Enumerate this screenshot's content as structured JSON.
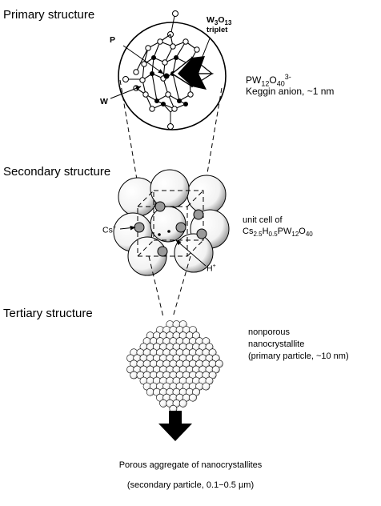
{
  "primary": {
    "heading": "Primary structure",
    "label_p": "P",
    "label_w": "W",
    "label_w3o13_main": "W",
    "label_w3o13_sub1": "3",
    "label_w3o13_o": "O",
    "label_w3o13_sub2": "13",
    "label_triplet": "triplet",
    "formula_main": "PW",
    "formula_sub1": "12",
    "formula_o": "O",
    "formula_sub2": "40",
    "formula_charge": "3-",
    "desc": "Keggin anion, ~1 nm"
  },
  "secondary": {
    "heading": "Secondary structure",
    "cs_label": "Cs",
    "cs_charge": "+",
    "h_label": "H",
    "h_charge": "+",
    "unit_cell_line1": "unit cell of",
    "uc_cs": "Cs",
    "uc_sub1": "2.5",
    "uc_h": "H",
    "uc_sub2": "0.5",
    "uc_pw": "PW",
    "uc_sub3": "12",
    "uc_o": "O",
    "uc_sub4": "40"
  },
  "tertiary": {
    "heading": "Tertiary structure",
    "line1": "nonporous",
    "line2": "nanocrystallite",
    "line3": "(primary particle, ~10 nm)"
  },
  "aggregate": {
    "line1": "Porous aggregate of nanocrystallites",
    "line2": "(secondary particle, 0.1−0.5 µm)"
  },
  "colors": {
    "ink": "#000000",
    "gray_atom": "#9a9a9a",
    "paper": "#ffffff"
  }
}
